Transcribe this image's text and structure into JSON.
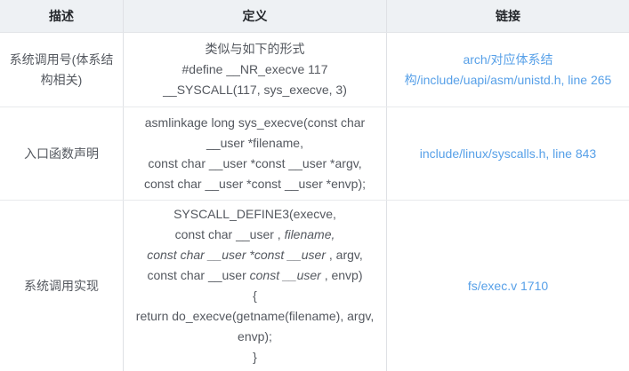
{
  "colors": {
    "link_blue": "#57a0e8",
    "header_bg": "#eef1f4",
    "border": "#e2e4e8"
  },
  "table": {
    "columns": [
      {
        "label": "描述"
      },
      {
        "label": "定义"
      },
      {
        "label": "链接"
      }
    ],
    "rows": [
      {
        "description": "系统调用号(体系结构相关)",
        "definition": [
          [
            {
              "t": "类似与如下的形式"
            }
          ],
          [
            {
              "t": "#define __NR_execve 117"
            }
          ],
          [
            {
              "t": "__SYSCALL(117, sys_execve, 3)"
            }
          ]
        ],
        "link": "arch/对应体系结构/include/uapi/asm/unistd.h, line 265"
      },
      {
        "description": "入口函数声明",
        "definition": [
          [
            {
              "t": "asmlinkage long sys_execve(const char"
            }
          ],
          [
            {
              "t": "__user *filename,"
            }
          ],
          [
            {
              "t": "const char __user *const __user *argv,"
            }
          ],
          [
            {
              "t": "const char __user *const __user *envp);"
            }
          ]
        ],
        "link": "include/linux/syscalls.h, line 843"
      },
      {
        "description": "系统调用实现",
        "definition": [
          [
            {
              "t": "SYSCALL_DEFINE3(execve,"
            }
          ],
          [
            {
              "t": "const char __user , "
            },
            {
              "t": "filename,",
              "i": true
            }
          ],
          [
            {
              "t": "const char __user *const __user",
              "i": true
            },
            {
              "t": " , argv,"
            }
          ],
          [
            {
              "t": "const char __user "
            },
            {
              "t": "const __user",
              "i": true
            },
            {
              "t": " , envp)"
            }
          ],
          [
            {
              "t": "{"
            }
          ],
          [
            {
              "t": "return do_execve(getname(filename), argv,"
            }
          ],
          [
            {
              "t": "envp);"
            }
          ],
          [
            {
              "t": "}"
            }
          ]
        ],
        "link": "fs/exec.v 1710"
      }
    ]
  }
}
